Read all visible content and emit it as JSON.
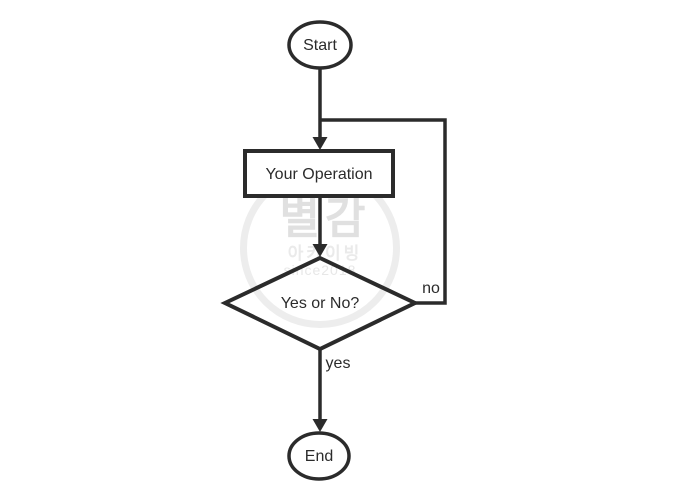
{
  "diagram": {
    "type": "flowchart",
    "background_color": "#ffffff",
    "stroke_color": "#2b2b2b",
    "text_color": "#2b2b2b",
    "nodes": [
      {
        "id": "start",
        "shape": "ellipse",
        "label": "Start"
      },
      {
        "id": "operation",
        "shape": "rectangle",
        "label": "Your Operation"
      },
      {
        "id": "decision",
        "shape": "diamond",
        "label": "Yes or No?"
      },
      {
        "id": "end",
        "shape": "ellipse",
        "label": "End"
      }
    ],
    "edges": [
      {
        "from": "start",
        "to": "operation",
        "label": ""
      },
      {
        "from": "operation",
        "to": "decision",
        "label": ""
      },
      {
        "from": "decision",
        "to": "operation",
        "label": "no"
      },
      {
        "from": "decision",
        "to": "end",
        "label": "yes"
      }
    ]
  },
  "watermark": {
    "title": "별감",
    "subtitle": "아카이빙",
    "caption": "since2018",
    "circle_color": "#ededed",
    "text_color": "#e0e0e0"
  }
}
